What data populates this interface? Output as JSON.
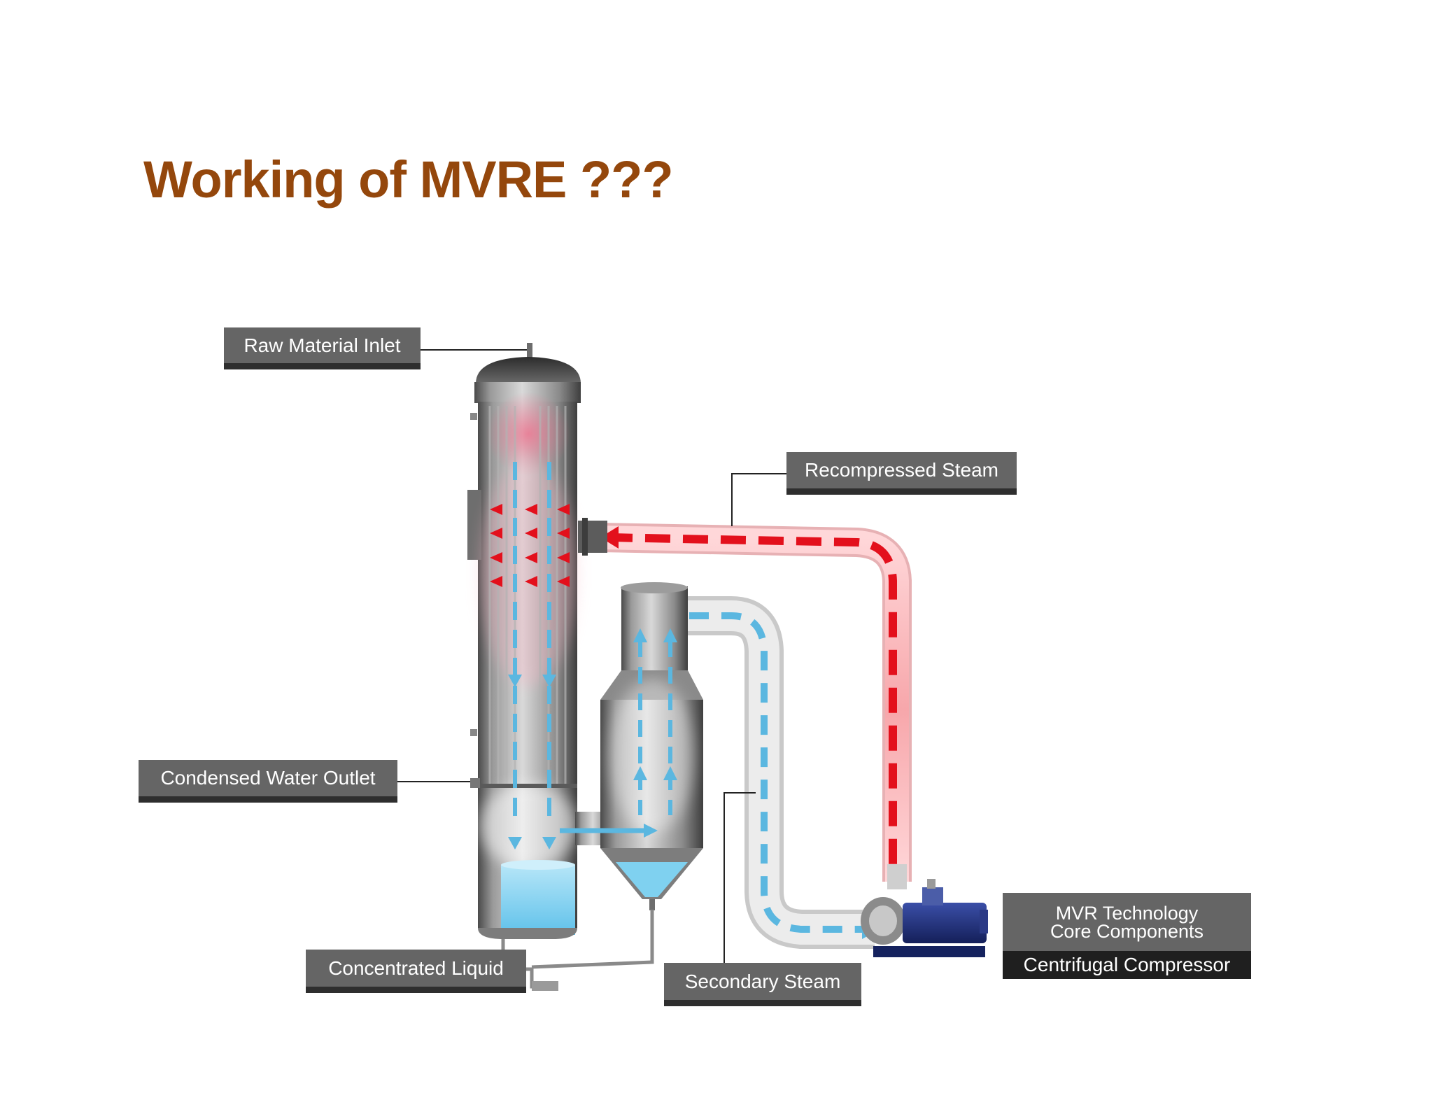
{
  "slide": {
    "title": "Working of MVRE ???"
  },
  "labels": {
    "raw_material_inlet": "Raw Material Inlet",
    "recompressed_steam": "Recompressed Steam",
    "condensed_water_outlet": "Condensed Water Outlet",
    "concentrated_liquid": "Concentrated Liquid",
    "secondary_steam": "Secondary Steam",
    "core_line1": "MVR Technology",
    "core_line2": "Core Components",
    "centrifugal_compressor": "Centrifugal Compressor"
  },
  "colors": {
    "title": "#94470c",
    "label_bg": "#656565",
    "label_shadow": "#2e2e2e",
    "hot_steam": "#e3101c",
    "cool_steam": "#5bb7e0",
    "liquid": "#8fd6f2",
    "compressor": "#1d2e78"
  }
}
